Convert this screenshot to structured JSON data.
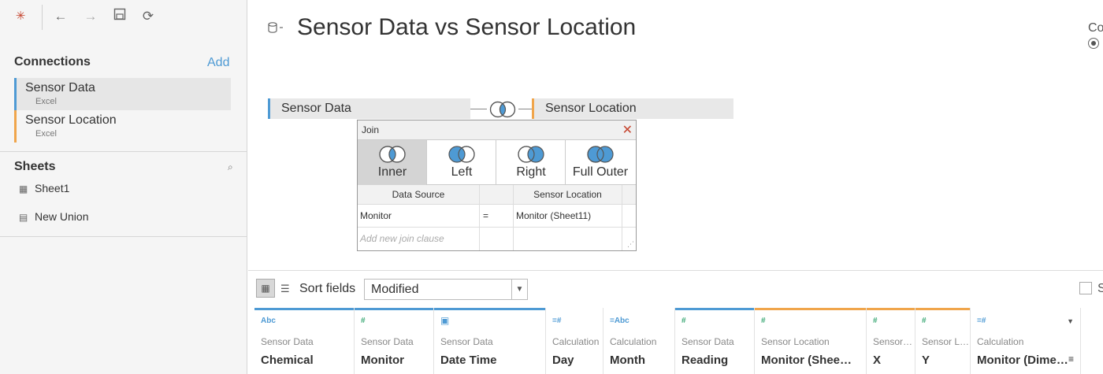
{
  "toolbar": {
    "icons": [
      "tableau-logo-icon",
      "back-icon",
      "forward-icon",
      "save-icon",
      "refresh-icon"
    ]
  },
  "connections": {
    "title": "Connections",
    "add_label": "Add",
    "items": [
      {
        "name": "Sensor Data",
        "type": "Excel",
        "color": "#4e9ad4"
      },
      {
        "name": "Sensor Location",
        "type": "Excel",
        "color": "#f0a54b"
      }
    ]
  },
  "sheets": {
    "title": "Sheets",
    "items": [
      {
        "label": "Sheet1",
        "icon": "sheet-icon"
      },
      {
        "label": "New Union",
        "icon": "union-icon"
      }
    ]
  },
  "datasource": {
    "title": "Sensor Data vs Sensor Location",
    "connection_label": "Co"
  },
  "tables": {
    "left": "Sensor Data",
    "right": "Sensor Location"
  },
  "join": {
    "title": "Join",
    "types": [
      {
        "label": "Inner",
        "selected": true
      },
      {
        "label": "Left",
        "selected": false
      },
      {
        "label": "Right",
        "selected": false
      },
      {
        "label": "Full Outer",
        "selected": false
      }
    ],
    "headers": {
      "left": "Data Source",
      "right": "Sensor Location"
    },
    "clause": {
      "left": "Monitor",
      "op": "=",
      "right": "Monitor (Sheet11)"
    },
    "add_placeholder": "Add new join clause"
  },
  "grid_toolbar": {
    "sort_label": "Sort fields",
    "sort_value": "Modified",
    "show_label": "S"
  },
  "columns": [
    {
      "icon": "Abc",
      "source": "Sensor Data",
      "name": "Chemical",
      "color": "#4e9ad4"
    },
    {
      "icon": "#",
      "source": "Sensor Data",
      "name": "Monitor",
      "color": "#4e9ad4"
    },
    {
      "icon": "date",
      "source": "Sensor Data",
      "name": "Date Time",
      "color": "#4e9ad4"
    },
    {
      "icon": "=#",
      "source": "Calculation",
      "name": "Day",
      "color": ""
    },
    {
      "icon": "=Abc",
      "source": "Calculation",
      "name": "Month",
      "color": ""
    },
    {
      "icon": "#",
      "source": "Sensor Data",
      "name": "Reading",
      "color": "#4e9ad4"
    },
    {
      "icon": "#",
      "source": "Sensor Location",
      "name": "Monitor (Shee…",
      "color": "#f0a54b"
    },
    {
      "icon": "#",
      "source": "Sensor…",
      "name": "X",
      "color": "#f0a54b"
    },
    {
      "icon": "#",
      "source": "Sensor L…",
      "name": "Y",
      "color": "#f0a54b"
    },
    {
      "icon": "=#",
      "source": "Calculation",
      "name": "Monitor (Dime…",
      "color": ""
    }
  ]
}
